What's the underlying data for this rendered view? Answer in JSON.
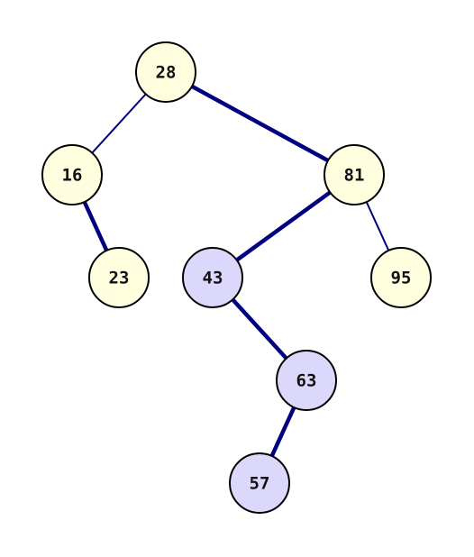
{
  "colors": {
    "default_node_fill": "#ffffe0",
    "highlight_node_fill": "#dcd8fc",
    "node_stroke": "#000000",
    "edge": "#000080"
  },
  "nodes": [
    {
      "id": "n28",
      "label": "28",
      "highlight": false
    },
    {
      "id": "n16",
      "label": "16",
      "highlight": false
    },
    {
      "id": "n81",
      "label": "81",
      "highlight": false
    },
    {
      "id": "n23",
      "label": "23",
      "highlight": false
    },
    {
      "id": "n43",
      "label": "43",
      "highlight": true
    },
    {
      "id": "n95",
      "label": "95",
      "highlight": false
    },
    {
      "id": "n63",
      "label": "63",
      "highlight": true
    },
    {
      "id": "n57",
      "label": "57",
      "highlight": true
    }
  ],
  "edges": [
    {
      "from": "n28",
      "to": "n16",
      "weight": "thin"
    },
    {
      "from": "n28",
      "to": "n81",
      "weight": "thick"
    },
    {
      "from": "n16",
      "to": "n23",
      "weight": "thick"
    },
    {
      "from": "n81",
      "to": "n43",
      "weight": "thick"
    },
    {
      "from": "n81",
      "to": "n95",
      "weight": "thin"
    },
    {
      "from": "n43",
      "to": "n63",
      "weight": "thick"
    },
    {
      "from": "n63",
      "to": "n57",
      "weight": "thick"
    }
  ]
}
